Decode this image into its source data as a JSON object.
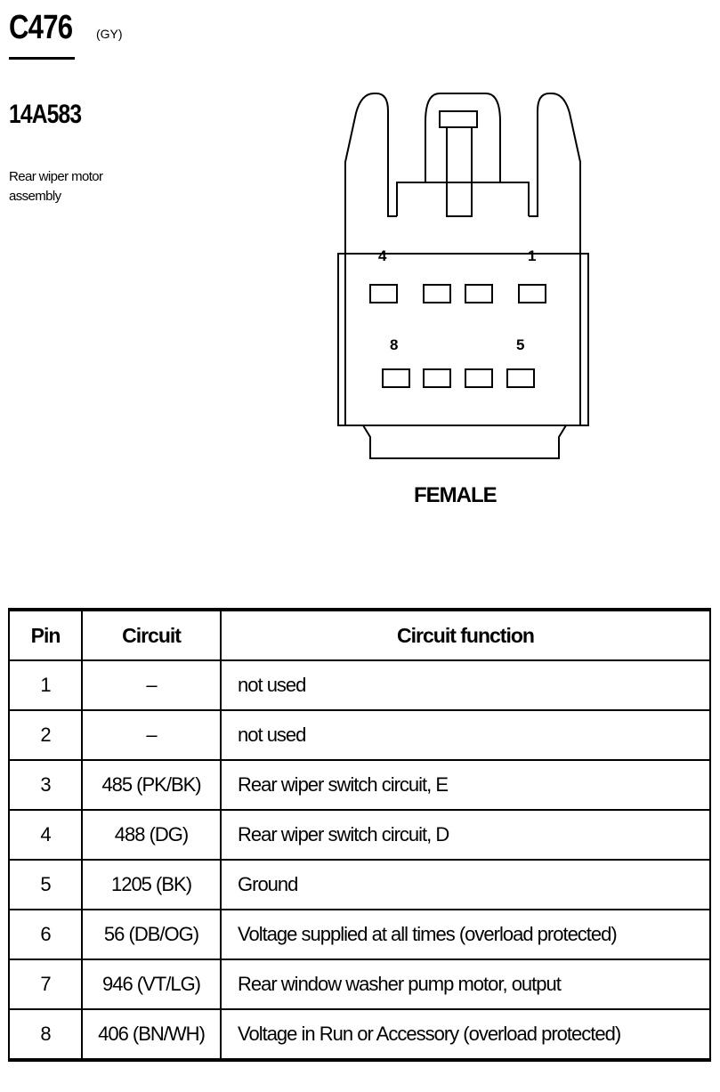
{
  "header": {
    "connector_id": "C476",
    "color_code": "(GY)",
    "part_number": "14A583",
    "description": "Rear wiper motor assembly"
  },
  "connector": {
    "gender_label": "FEMALE",
    "pin_labels": {
      "top_left": "4",
      "top_right": "1",
      "bottom_left": "8",
      "bottom_right": "5"
    }
  },
  "table": {
    "headers": {
      "pin": "Pin",
      "circuit": "Circuit",
      "function": "Circuit function"
    },
    "rows": [
      {
        "pin": "1",
        "circuit": "–",
        "function": "not used"
      },
      {
        "pin": "2",
        "circuit": "–",
        "function": "not used"
      },
      {
        "pin": "3",
        "circuit": "485 (PK/BK)",
        "function": "Rear wiper switch circuit, E"
      },
      {
        "pin": "4",
        "circuit": "488 (DG)",
        "function": "Rear wiper switch circuit, D"
      },
      {
        "pin": "5",
        "circuit": "1205 (BK)",
        "function": "Ground"
      },
      {
        "pin": "6",
        "circuit": "56 (DB/OG)",
        "function": "Voltage supplied at all times (overload protected)"
      },
      {
        "pin": "7",
        "circuit": "946 (VT/LG)",
        "function": "Rear window washer pump motor, output"
      },
      {
        "pin": "8",
        "circuit": "406 (BN/WH)",
        "function": "Voltage in Run or Accessory (overload protected)"
      }
    ]
  }
}
